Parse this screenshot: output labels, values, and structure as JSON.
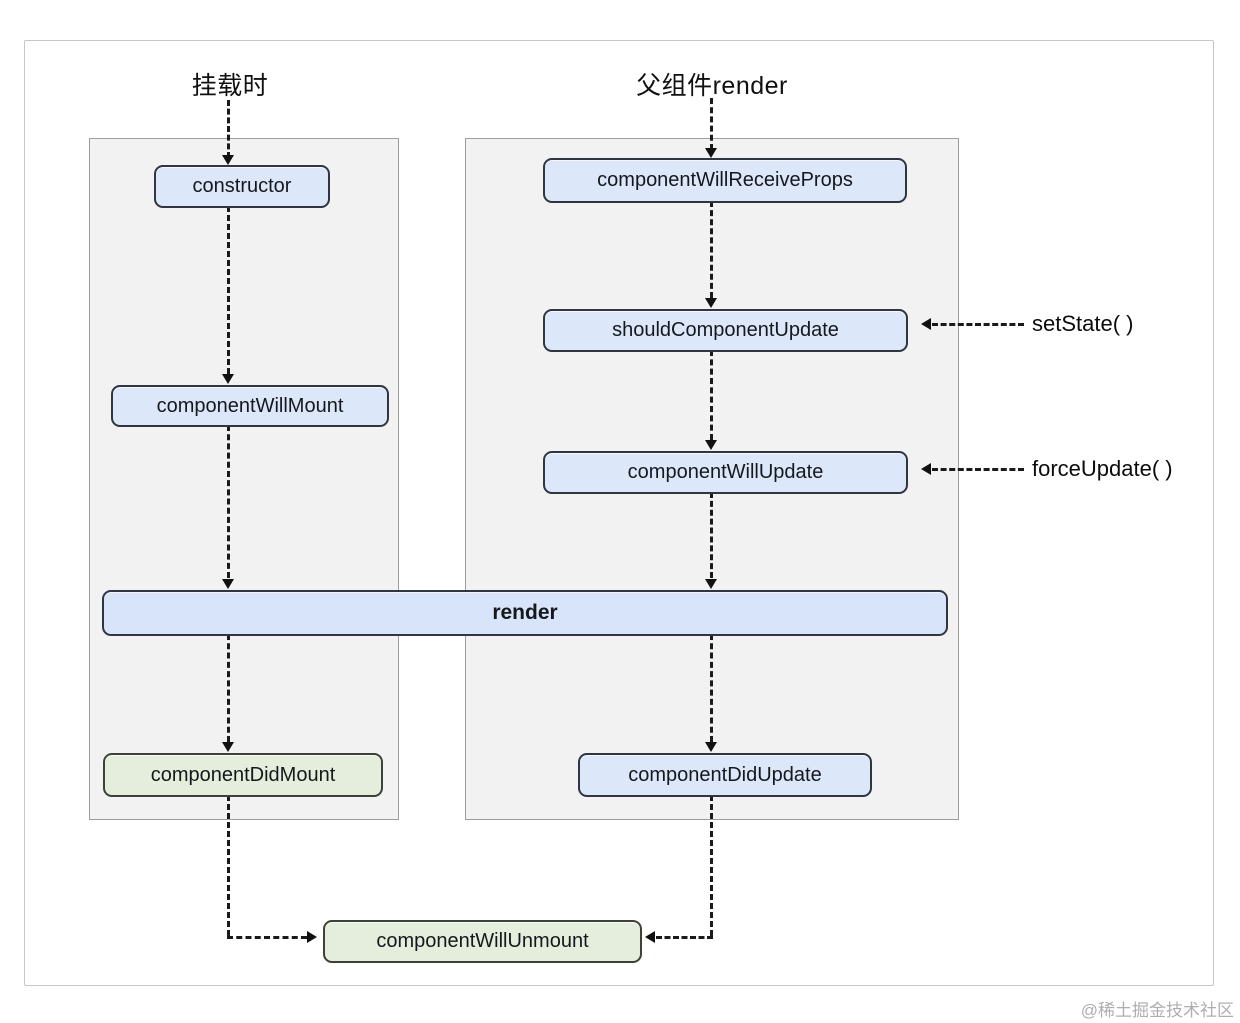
{
  "diagram": {
    "title_mount": "挂载时",
    "title_parent_render": "父组件render",
    "nodes": {
      "constructor_label": "constructor",
      "component_will_mount": "componentWillMount",
      "component_will_receive_props": "componentWillReceiveProps",
      "should_component_update": "shouldComponentUpdate",
      "component_will_update": "componentWillUpdate",
      "render_label": "render",
      "component_did_mount": "componentDidMount",
      "component_did_update": "componentDidUpdate",
      "component_will_unmount": "componentWillUnmount"
    },
    "triggers": {
      "set_state": "setState( )",
      "force_update": "forceUpdate( )"
    },
    "colors": {
      "node_blue_fill": "#dce8fa",
      "node_green_fill": "#e5eedd",
      "render_fill": "#d8e4f9",
      "node_border": "#2f3640",
      "panel_fill": "#f2f2f3",
      "panel_border": "#9e9e9e",
      "line_color": "#1a1a1a",
      "watermark_color": "#aeaeae"
    }
  },
  "watermark": "@稀土掘金技术社区"
}
